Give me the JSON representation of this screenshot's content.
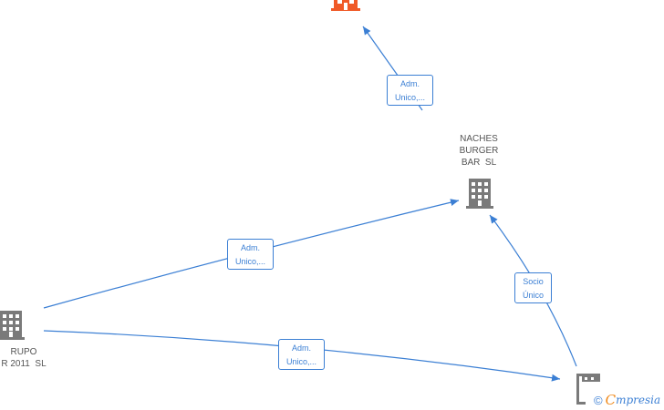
{
  "nodes": {
    "top_company": {
      "label": ""
    },
    "naches": {
      "label": "NACHES\nBURGER\nBAR  SL"
    },
    "grupo": {
      "label": "RUPO\nR 2011  SL"
    },
    "person": {
      "label": ""
    }
  },
  "edges": {
    "e1": {
      "label_line1": "Adm.",
      "label_line2": "Unico,..."
    },
    "e2": {
      "label_line1": "Adm.",
      "label_line2": "Unico,..."
    },
    "e3": {
      "label_line1": "Socio",
      "label_line2": "Único"
    },
    "e4": {
      "label_line1": "Adm.",
      "label_line2": "Unico,..."
    }
  },
  "colors": {
    "edge": "#3b7fd4",
    "node_gray": "#7a7a7a",
    "highlight": "#f05a28",
    "brand_orange": "#f08a1c"
  },
  "brand": {
    "copyright": "©",
    "first_letter": "C",
    "rest": "mpresia"
  }
}
